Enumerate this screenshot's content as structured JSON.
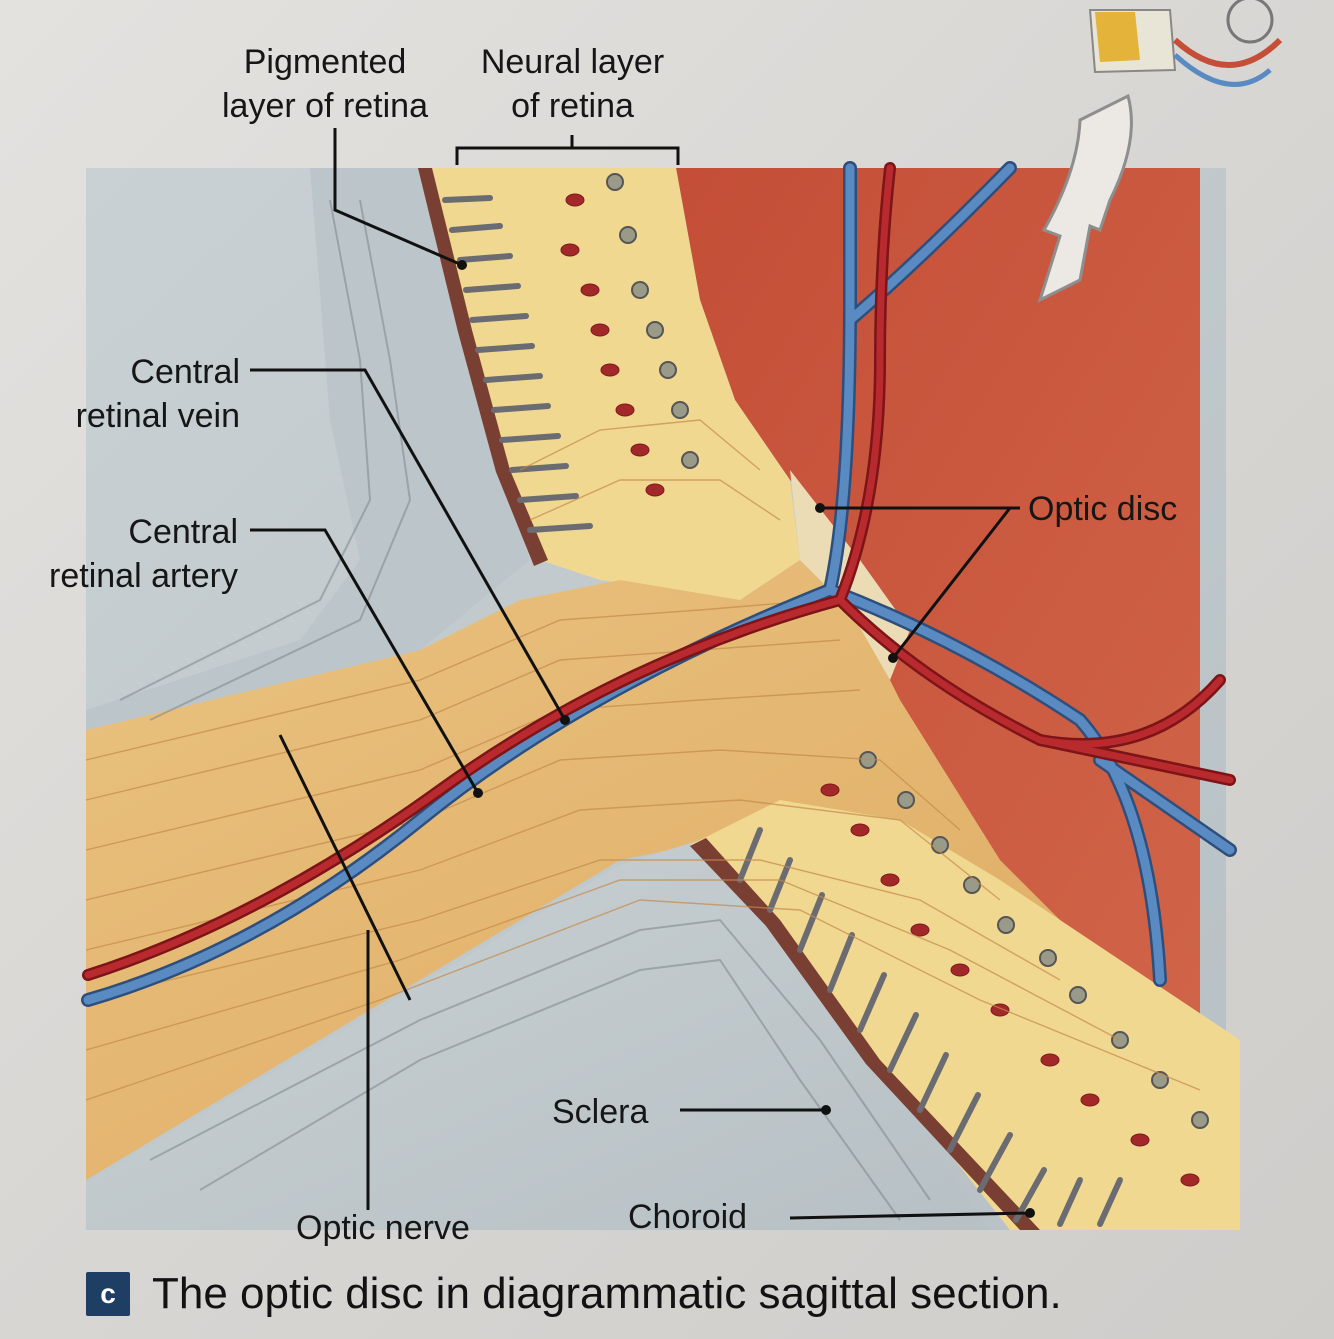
{
  "labels": {
    "pigmented_layer": [
      "Pigmented",
      "layer of retina"
    ],
    "neural_layer": [
      "Neural layer",
      "of retina"
    ],
    "central_retinal_vein": [
      "Central",
      "retinal vein"
    ],
    "central_retinal_artery": [
      "Central",
      "retinal artery"
    ],
    "optic_disc": "Optic disc",
    "sclera": "Sclera",
    "choroid": "Choroid",
    "optic_nerve": "Optic nerve"
  },
  "caption": {
    "badge": "c",
    "text": "The optic disc in diagrammatic sagittal section."
  },
  "colors": {
    "vitreous": "#c9573f",
    "nerve_fibers": "#e6b872",
    "sclera": "#c3ccd0",
    "choroid": "#7a3f33",
    "vein": "#4c7ab0",
    "artery": "#a8262a",
    "caption_badge": "#1e3e63"
  }
}
